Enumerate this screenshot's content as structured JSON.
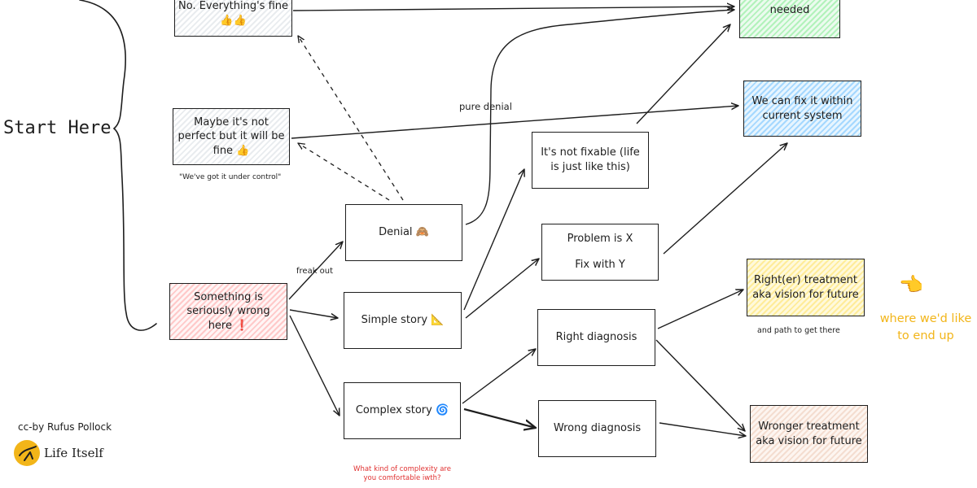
{
  "colors": {
    "stroke": "#1e1e1e",
    "note_red": "#e03131",
    "accent_yellow": "#f2b519"
  },
  "start": {
    "label": "Start Here"
  },
  "nodes": {
    "everything_fine": "No. Everything's fine 👍👍",
    "maybe_not_perfect": "Maybe it's not perfect but it will be fine 👍",
    "seriously_wrong": "Something is seriously wrong here ❗",
    "denial": "Denial 🙈",
    "simple_story": "Simple story 📐",
    "complex_story": "Complex story 🌀",
    "not_fixable": "It's not fixable (life is just like this)",
    "problem_x": "Problem is X",
    "fix_y": "Fix with Y",
    "right_diagnosis": "Right diagnosis",
    "wrong_diagnosis": "Wrong diagnosis",
    "no_action": "No action needed",
    "fix_within": "We can fix it within current system",
    "right_treatment": "Right(er) treatment aka vision for future",
    "wronger_treatment": "Wronger treatment aka vision for future"
  },
  "notes": {
    "under_control": "\"We've got it under control\"",
    "freak_out": "freak out",
    "pure_denial": "pure denial",
    "path_there": "and path to get there",
    "complexity_q": "What kind of complexity are you comfortable iwth?",
    "end_up": "where we'd like to end up",
    "pointer": "👈",
    "credit": "cc-by Rufus Pollock",
    "brand": "Life Itself"
  }
}
